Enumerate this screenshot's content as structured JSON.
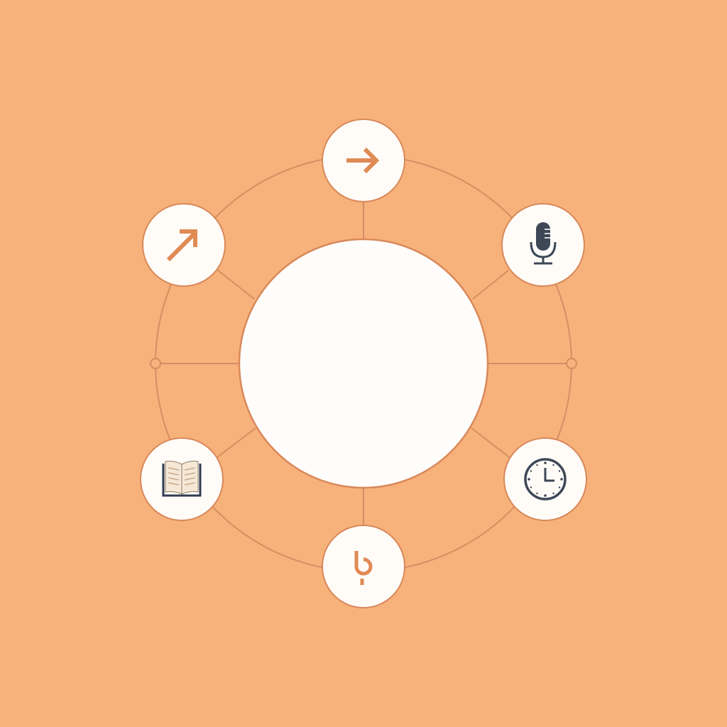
{
  "colors": {
    "background": "#f7b27c",
    "line": "#d68d62",
    "node_fill": "#fffcf8",
    "node_stroke": "#d9885a",
    "icon_accent": "#e08a55",
    "icon_dark": "#3d4756",
    "book_page": "#f5e8d6"
  },
  "hub": {
    "label": ""
  },
  "nodes": [
    {
      "id": "top",
      "icon": "arrow-right-icon"
    },
    {
      "id": "upper-right",
      "icon": "microphone-icon"
    },
    {
      "id": "lower-right",
      "icon": "clock-icon"
    },
    {
      "id": "bottom",
      "icon": "hook-symbol-icon"
    },
    {
      "id": "lower-left",
      "icon": "open-book-icon"
    },
    {
      "id": "upper-left",
      "icon": "arrow-up-right-icon"
    }
  ],
  "junctions": [
    "left",
    "right"
  ]
}
